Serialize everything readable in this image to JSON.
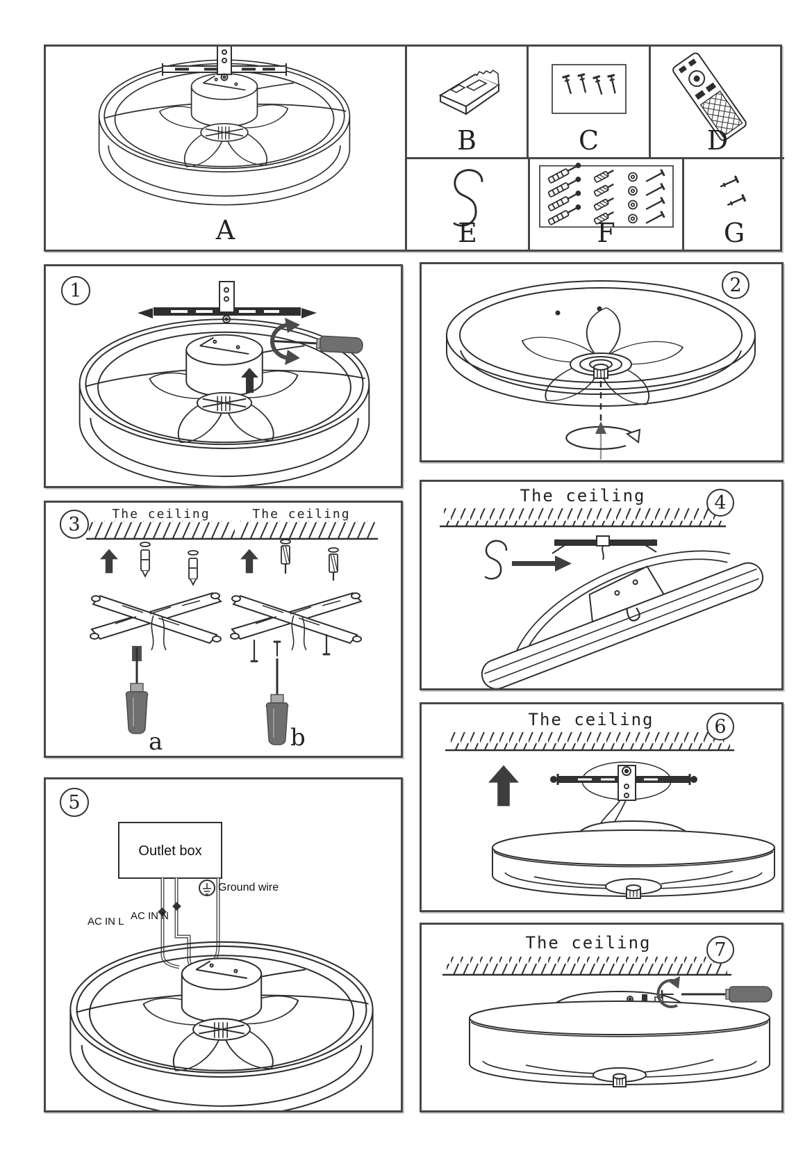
{
  "document": {
    "kind": "ceiling-fan-installation-manual-page"
  },
  "parts_panel": {
    "cells": [
      {
        "label": "A",
        "icon": "ceiling-fan-icon"
      },
      {
        "label": "B",
        "icon": "mounting-clip-icon"
      },
      {
        "label": "C",
        "icon": "screw-pack-icon"
      },
      {
        "label": "D",
        "icon": "remote-control-icon"
      },
      {
        "label": "E",
        "icon": "s-hook-icon"
      },
      {
        "label": "F",
        "icon": "anchor-kit-icon"
      },
      {
        "label": "G",
        "icon": "screws-icon"
      }
    ]
  },
  "steps": {
    "s1": {
      "number": "1"
    },
    "s2": {
      "number": "2"
    },
    "s3": {
      "number": "3",
      "ceiling_a": "The ceiling",
      "ceiling_b": "The ceiling",
      "variant_a_label": "a",
      "variant_b_label": "b"
    },
    "s4": {
      "number": "4",
      "ceiling": "The ceiling"
    },
    "s5": {
      "number": "5",
      "outlet_box": "Outlet box",
      "wire_live": "AC IN L",
      "wire_neutral": "AC IN N",
      "wire_ground": "Ground wire"
    },
    "s6": {
      "number": "6",
      "ceiling": "The ceiling"
    },
    "s7": {
      "number": "7",
      "ceiling": "The ceiling"
    }
  },
  "colors": {
    "ink": "#2e2e2e",
    "panel_border": "#474747",
    "handle_gray": "#6f6f6f",
    "arrow_gray": "#3d3d3d"
  }
}
